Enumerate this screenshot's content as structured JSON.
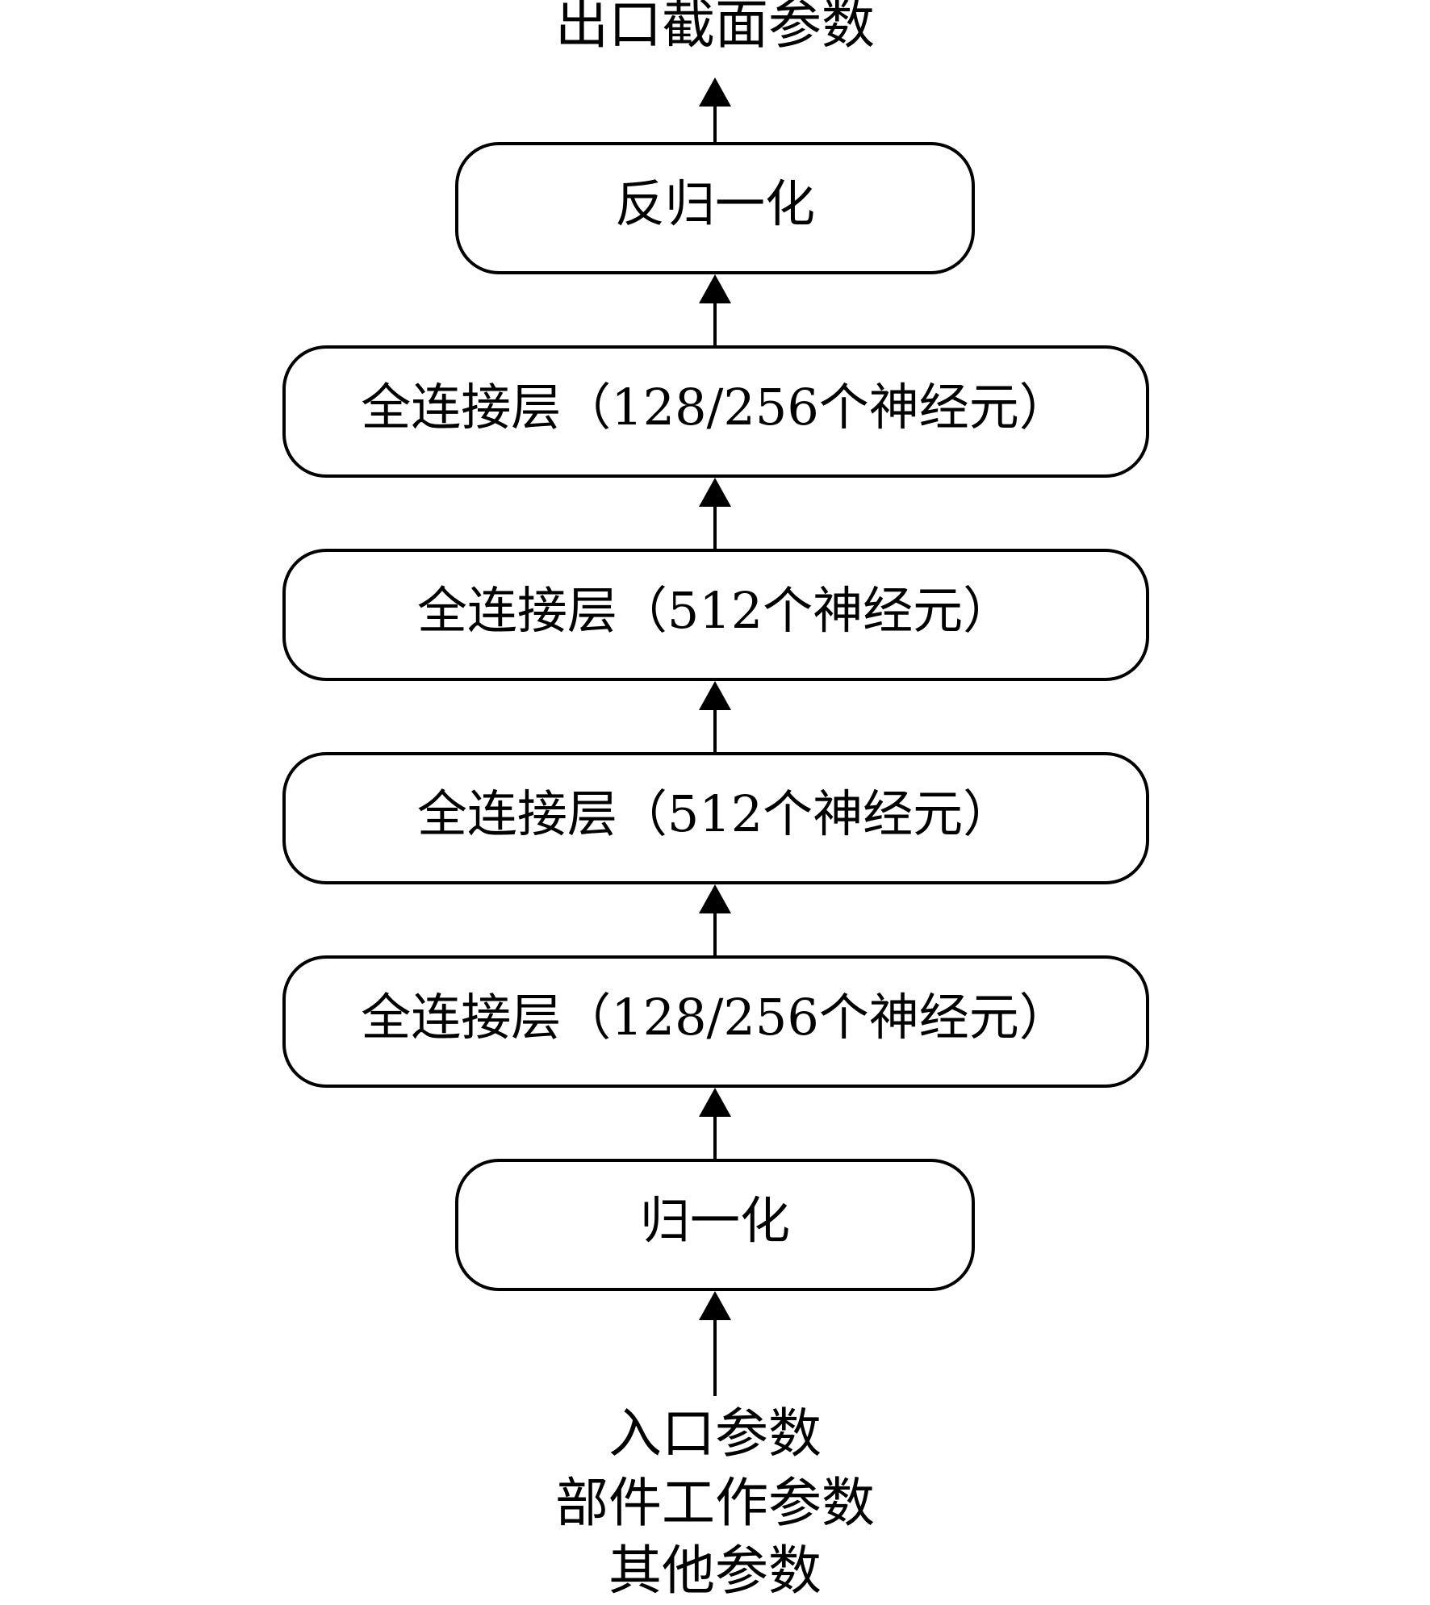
{
  "diagram": {
    "output_label": "出口截面参数",
    "nodes": [
      {
        "id": "denormalize",
        "label": "反归一化"
      },
      {
        "id": "fc4",
        "label": "全连接层（128/256个神经元）"
      },
      {
        "id": "fc3",
        "label": "全连接层（512个神经元）"
      },
      {
        "id": "fc2",
        "label": "全连接层（512个神经元）"
      },
      {
        "id": "fc1",
        "label": "全连接层（128/256个神经元）"
      },
      {
        "id": "normalize",
        "label": "归一化"
      }
    ],
    "input_labels": [
      "入口参数",
      "部件工作参数",
      "其他参数"
    ],
    "edges": [
      {
        "from": "input",
        "to": "normalize"
      },
      {
        "from": "normalize",
        "to": "fc1"
      },
      {
        "from": "fc1",
        "to": "fc2"
      },
      {
        "from": "fc2",
        "to": "fc3"
      },
      {
        "from": "fc3",
        "to": "fc4"
      },
      {
        "from": "fc4",
        "to": "denormalize"
      },
      {
        "from": "denormalize",
        "to": "output"
      }
    ]
  }
}
